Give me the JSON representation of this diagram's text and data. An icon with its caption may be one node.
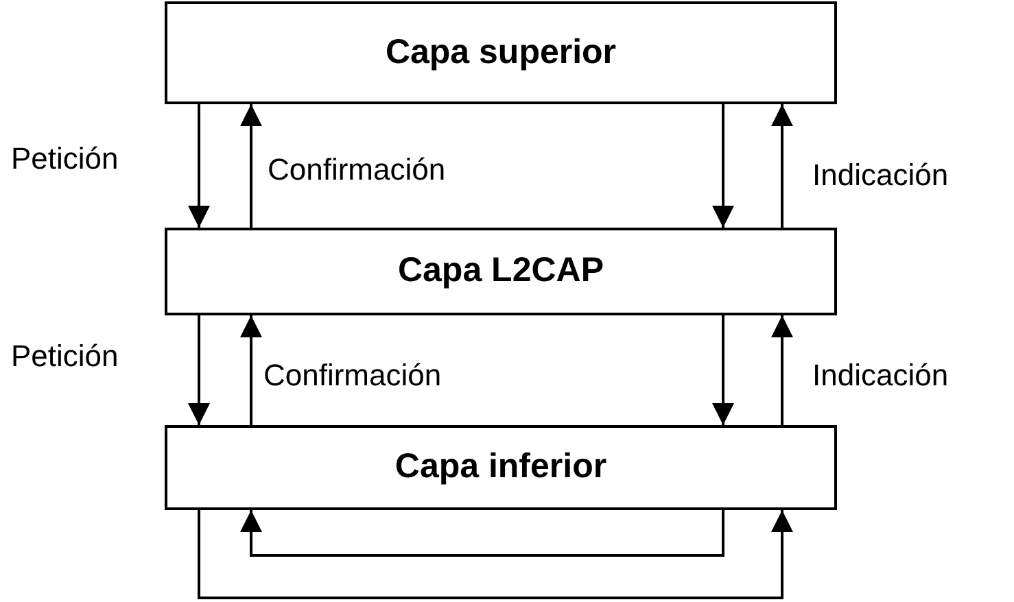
{
  "diagram": {
    "nodes": [
      {
        "text": [
          "Capa superior"
        ]
      },
      {
        "text": [
          "Capa L2CAP"
        ]
      },
      {
        "text": [
          "Capa inferior"
        ]
      }
    ],
    "edges": [
      {
        "from": 0,
        "to": 1,
        "arrow": "to",
        "label": "Petición"
      },
      {
        "from": 1,
        "to": 0,
        "arrow": "to",
        "label": "Confirmación"
      },
      {
        "from": 0,
        "to": 1,
        "arrow": "to"
      },
      {
        "from": 1,
        "to": 0,
        "arrow": "to",
        "label": "Indicación"
      },
      {
        "from": 1,
        "to": 2,
        "arrow": "to",
        "label": "Petición"
      },
      {
        "from": 2,
        "to": 1,
        "arrow": "to",
        "label": "Confirmación"
      },
      {
        "from": 1,
        "to": 2,
        "arrow": "to"
      },
      {
        "from": 2,
        "to": 1,
        "arrow": "to",
        "label": "Indicación"
      },
      {
        "from": 2,
        "to": 2,
        "arrow": "to"
      },
      {
        "from": 2,
        "to": 2,
        "arrow": "to"
      }
    ]
  }
}
